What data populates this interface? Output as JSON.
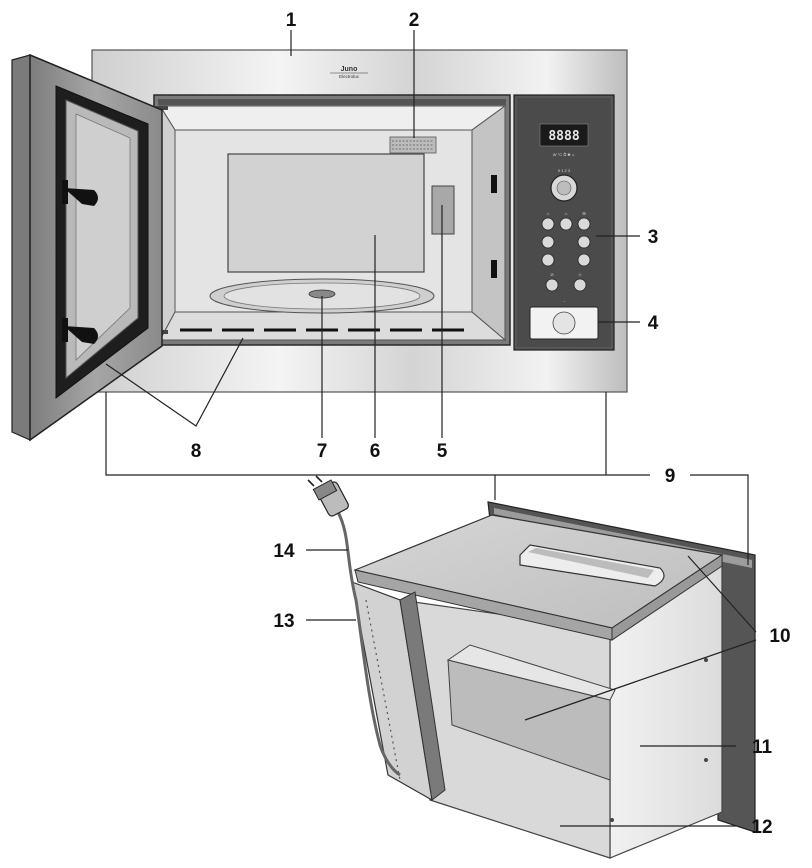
{
  "brand": {
    "name": "Juno",
    "sub": "Electrolux"
  },
  "display": {
    "digits": "8888",
    "indicators": "W  °C  ⏱  ✱  ☼"
  },
  "panel_symbols": {
    "knob_scale": "0 1 2 3",
    "btn_a": "♨",
    "btn_b": "♨",
    "btn_c": "⊞",
    "btn_stop": "⊘",
    "btn_start": "◇",
    "door_release": "→"
  },
  "callouts": [
    {
      "id": "1",
      "label": "1"
    },
    {
      "id": "2",
      "label": "2"
    },
    {
      "id": "3",
      "label": "3"
    },
    {
      "id": "4",
      "label": "4"
    },
    {
      "id": "5",
      "label": "5"
    },
    {
      "id": "6",
      "label": "6"
    },
    {
      "id": "7",
      "label": "7"
    },
    {
      "id": "8",
      "label": "8"
    },
    {
      "id": "9",
      "label": "9"
    },
    {
      "id": "10",
      "label": "10"
    },
    {
      "id": "11",
      "label": "11"
    },
    {
      "id": "12",
      "label": "12"
    },
    {
      "id": "13",
      "label": "13"
    },
    {
      "id": "14",
      "label": "14"
    }
  ],
  "colors": {
    "steel_light": "#eeeeee",
    "steel_mid": "#c9c9c9",
    "steel_dark": "#8e8e8e",
    "panel": "#4b4b4b",
    "cavity": "#d8d8d8",
    "line": "#222222"
  }
}
